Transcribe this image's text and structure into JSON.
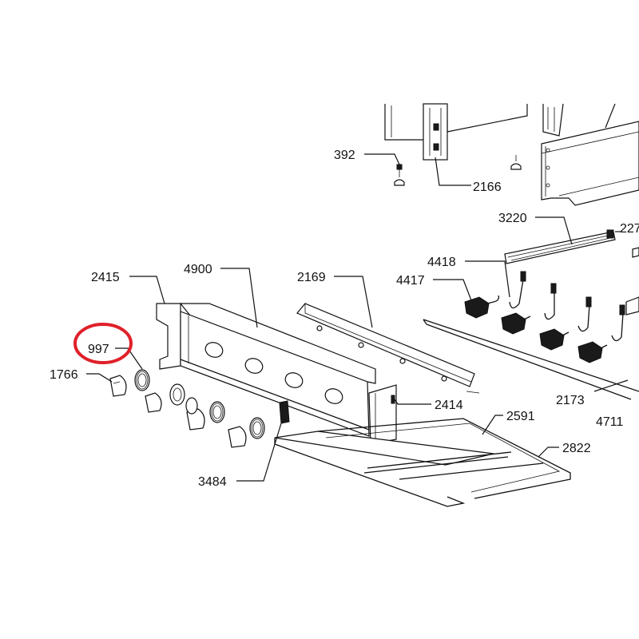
{
  "diagram": {
    "labels": {
      "l392": "392",
      "l2166": "2166",
      "l3220": "3220",
      "l227": "227",
      "l4418": "4418",
      "l4417": "4417",
      "l2415": "2415",
      "l4900": "4900",
      "l2169": "2169",
      "l997": "997",
      "l1766": "1766",
      "l2414": "2414",
      "l2591": "2591",
      "l2173": "2173",
      "l4711": "4711",
      "l2822": "2822",
      "l3484": "3484"
    },
    "highlight_color": "#e0202a"
  }
}
